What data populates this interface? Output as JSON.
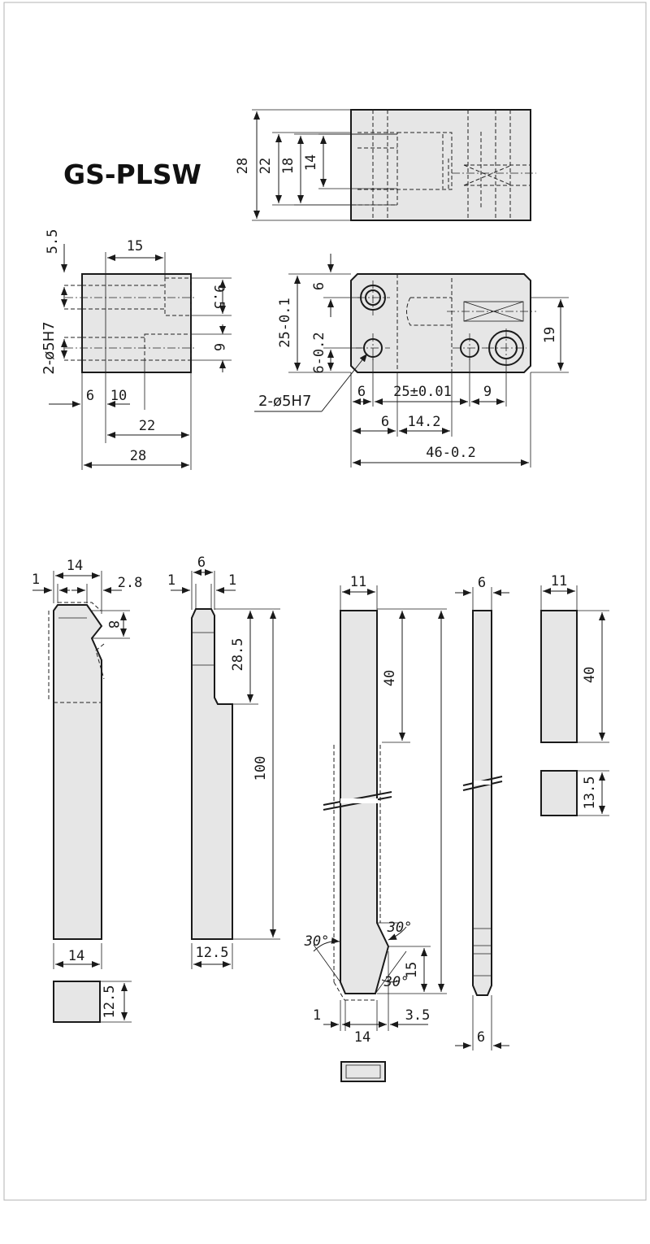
{
  "title": "GS-PLSW",
  "top_front": {
    "d28": "28",
    "d22": "22",
    "d18": "18",
    "d14": "14"
  },
  "top_side": {
    "d5_5": "5.5",
    "d15": "15",
    "d9_5": "9.5",
    "d6r": "6",
    "holes": "2-ø5H7",
    "d6": "6",
    "d10": "10",
    "d22": "22",
    "d28": "28"
  },
  "top_plan": {
    "d6": "6",
    "d25": "25-0.1",
    "d6b": "6-0.2",
    "d19": "19",
    "holes": "2-ø5H7",
    "d6a": "6",
    "d25tol": "25±0.01",
    "d9": "9",
    "d6c": "6",
    "d14_2": "14.2",
    "d46": "46-0.2"
  },
  "part1": {
    "d14": "14",
    "d1": "1",
    "d2_8": "2.8",
    "d8": "8",
    "d14b": "14",
    "d12_5": "12.5"
  },
  "part2": {
    "d6": "6",
    "d1a": "1",
    "d1b": "1",
    "d28_5": "28.5",
    "d100": "100",
    "d12_5": "12.5"
  },
  "part3": {
    "d11": "11",
    "d40": "40",
    "a30a": "30°",
    "a30b": "30°",
    "a30c": "30°",
    "d15": "15",
    "d1": "1",
    "d3_5": "3.5",
    "d14": "14"
  },
  "part4": {
    "d6": "6",
    "d6b": "6"
  },
  "part5": {
    "d11": "11",
    "d40": "40",
    "d13_5": "13.5"
  }
}
